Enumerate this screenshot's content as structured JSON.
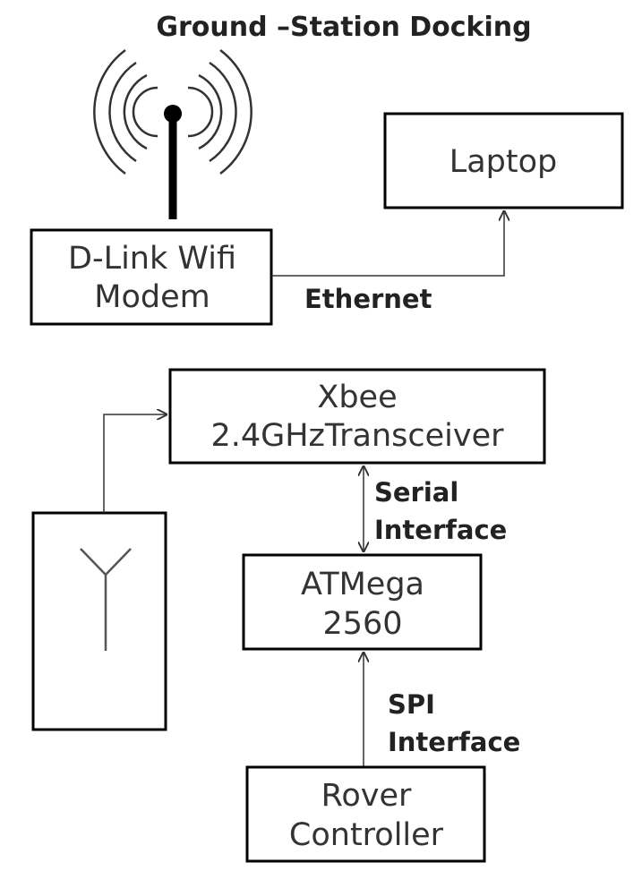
{
  "title": "Ground –Station Docking",
  "blocks": {
    "laptop": {
      "label": "Laptop"
    },
    "dlink": {
      "line1": "D-Link Wifi",
      "line2": "Modem"
    },
    "xbee": {
      "line1": "Xbee",
      "line2": "2.4GHzTransceiver"
    },
    "atmega": {
      "line1": "ATMega",
      "line2": "2560"
    },
    "rover": {
      "line1": "Rover",
      "line2": "Controller"
    }
  },
  "links": {
    "ethernet": "Ethernet",
    "serial": {
      "line1": "Serial",
      "line2": "Interface"
    },
    "spi": {
      "line1": "SPI",
      "line2": "Interface"
    }
  },
  "icons": [
    "wifi-antenna-icon",
    "antenna-icon"
  ]
}
